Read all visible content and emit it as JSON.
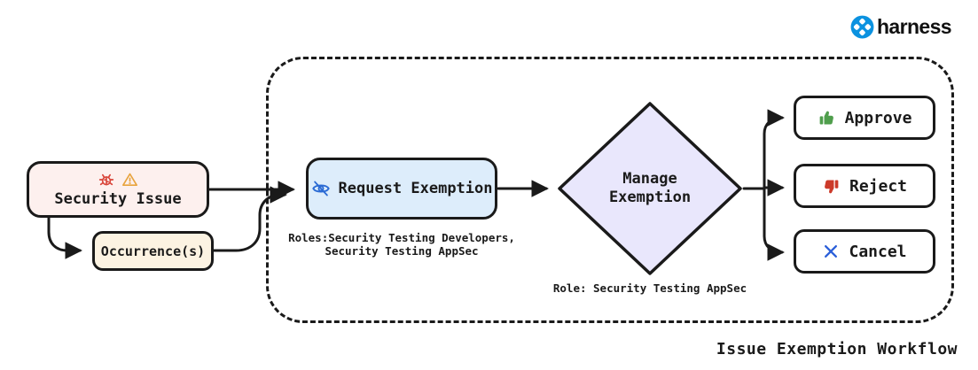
{
  "brand": {
    "name": "harness",
    "logo_color": "#0b92e0"
  },
  "workflow_title": "Issue Exemption Workflow",
  "nodes": {
    "security_issue": {
      "label": "Security Issue",
      "fill": "#fdf0ee",
      "icons": [
        {
          "name": "bug-icon",
          "color": "#d9453a"
        },
        {
          "name": "warning-triangle-icon",
          "color": "#e8a33d"
        }
      ]
    },
    "occurrences": {
      "label": "Occurrence(s)",
      "fill": "#fcf3e2"
    },
    "request_exemption": {
      "label": "Request Exemption",
      "fill": "#ddedfb",
      "icon": {
        "name": "eye-slash-icon",
        "color": "#2b6bd4"
      },
      "roles_note_line1": "Roles:Security Testing Developers,",
      "roles_note_line2": "Security Testing AppSec"
    },
    "manage_exemption": {
      "label_line1": "Manage",
      "label_line2": "Exemption",
      "fill": "#e9e7fc",
      "role_note": "Role: Security Testing AppSec"
    },
    "approve": {
      "label": "Approve",
      "icon": {
        "name": "thumbs-up-icon",
        "color": "#4f9e4c"
      }
    },
    "reject": {
      "label": "Reject",
      "icon": {
        "name": "thumbs-down-icon",
        "color": "#cc3a2a"
      }
    },
    "cancel": {
      "label": "Cancel",
      "icon": {
        "name": "x-icon",
        "color": "#2b5fd9"
      }
    }
  },
  "edges": [
    {
      "from": "security_issue",
      "to": "request_exemption"
    },
    {
      "from": "security_issue",
      "to": "occurrences"
    },
    {
      "from": "occurrences",
      "to": "request_exemption"
    },
    {
      "from": "request_exemption",
      "to": "manage_exemption"
    },
    {
      "from": "manage_exemption",
      "to": "approve"
    },
    {
      "from": "manage_exemption",
      "to": "reject"
    },
    {
      "from": "manage_exemption",
      "to": "cancel"
    }
  ],
  "line_color": "#1a1a1a"
}
